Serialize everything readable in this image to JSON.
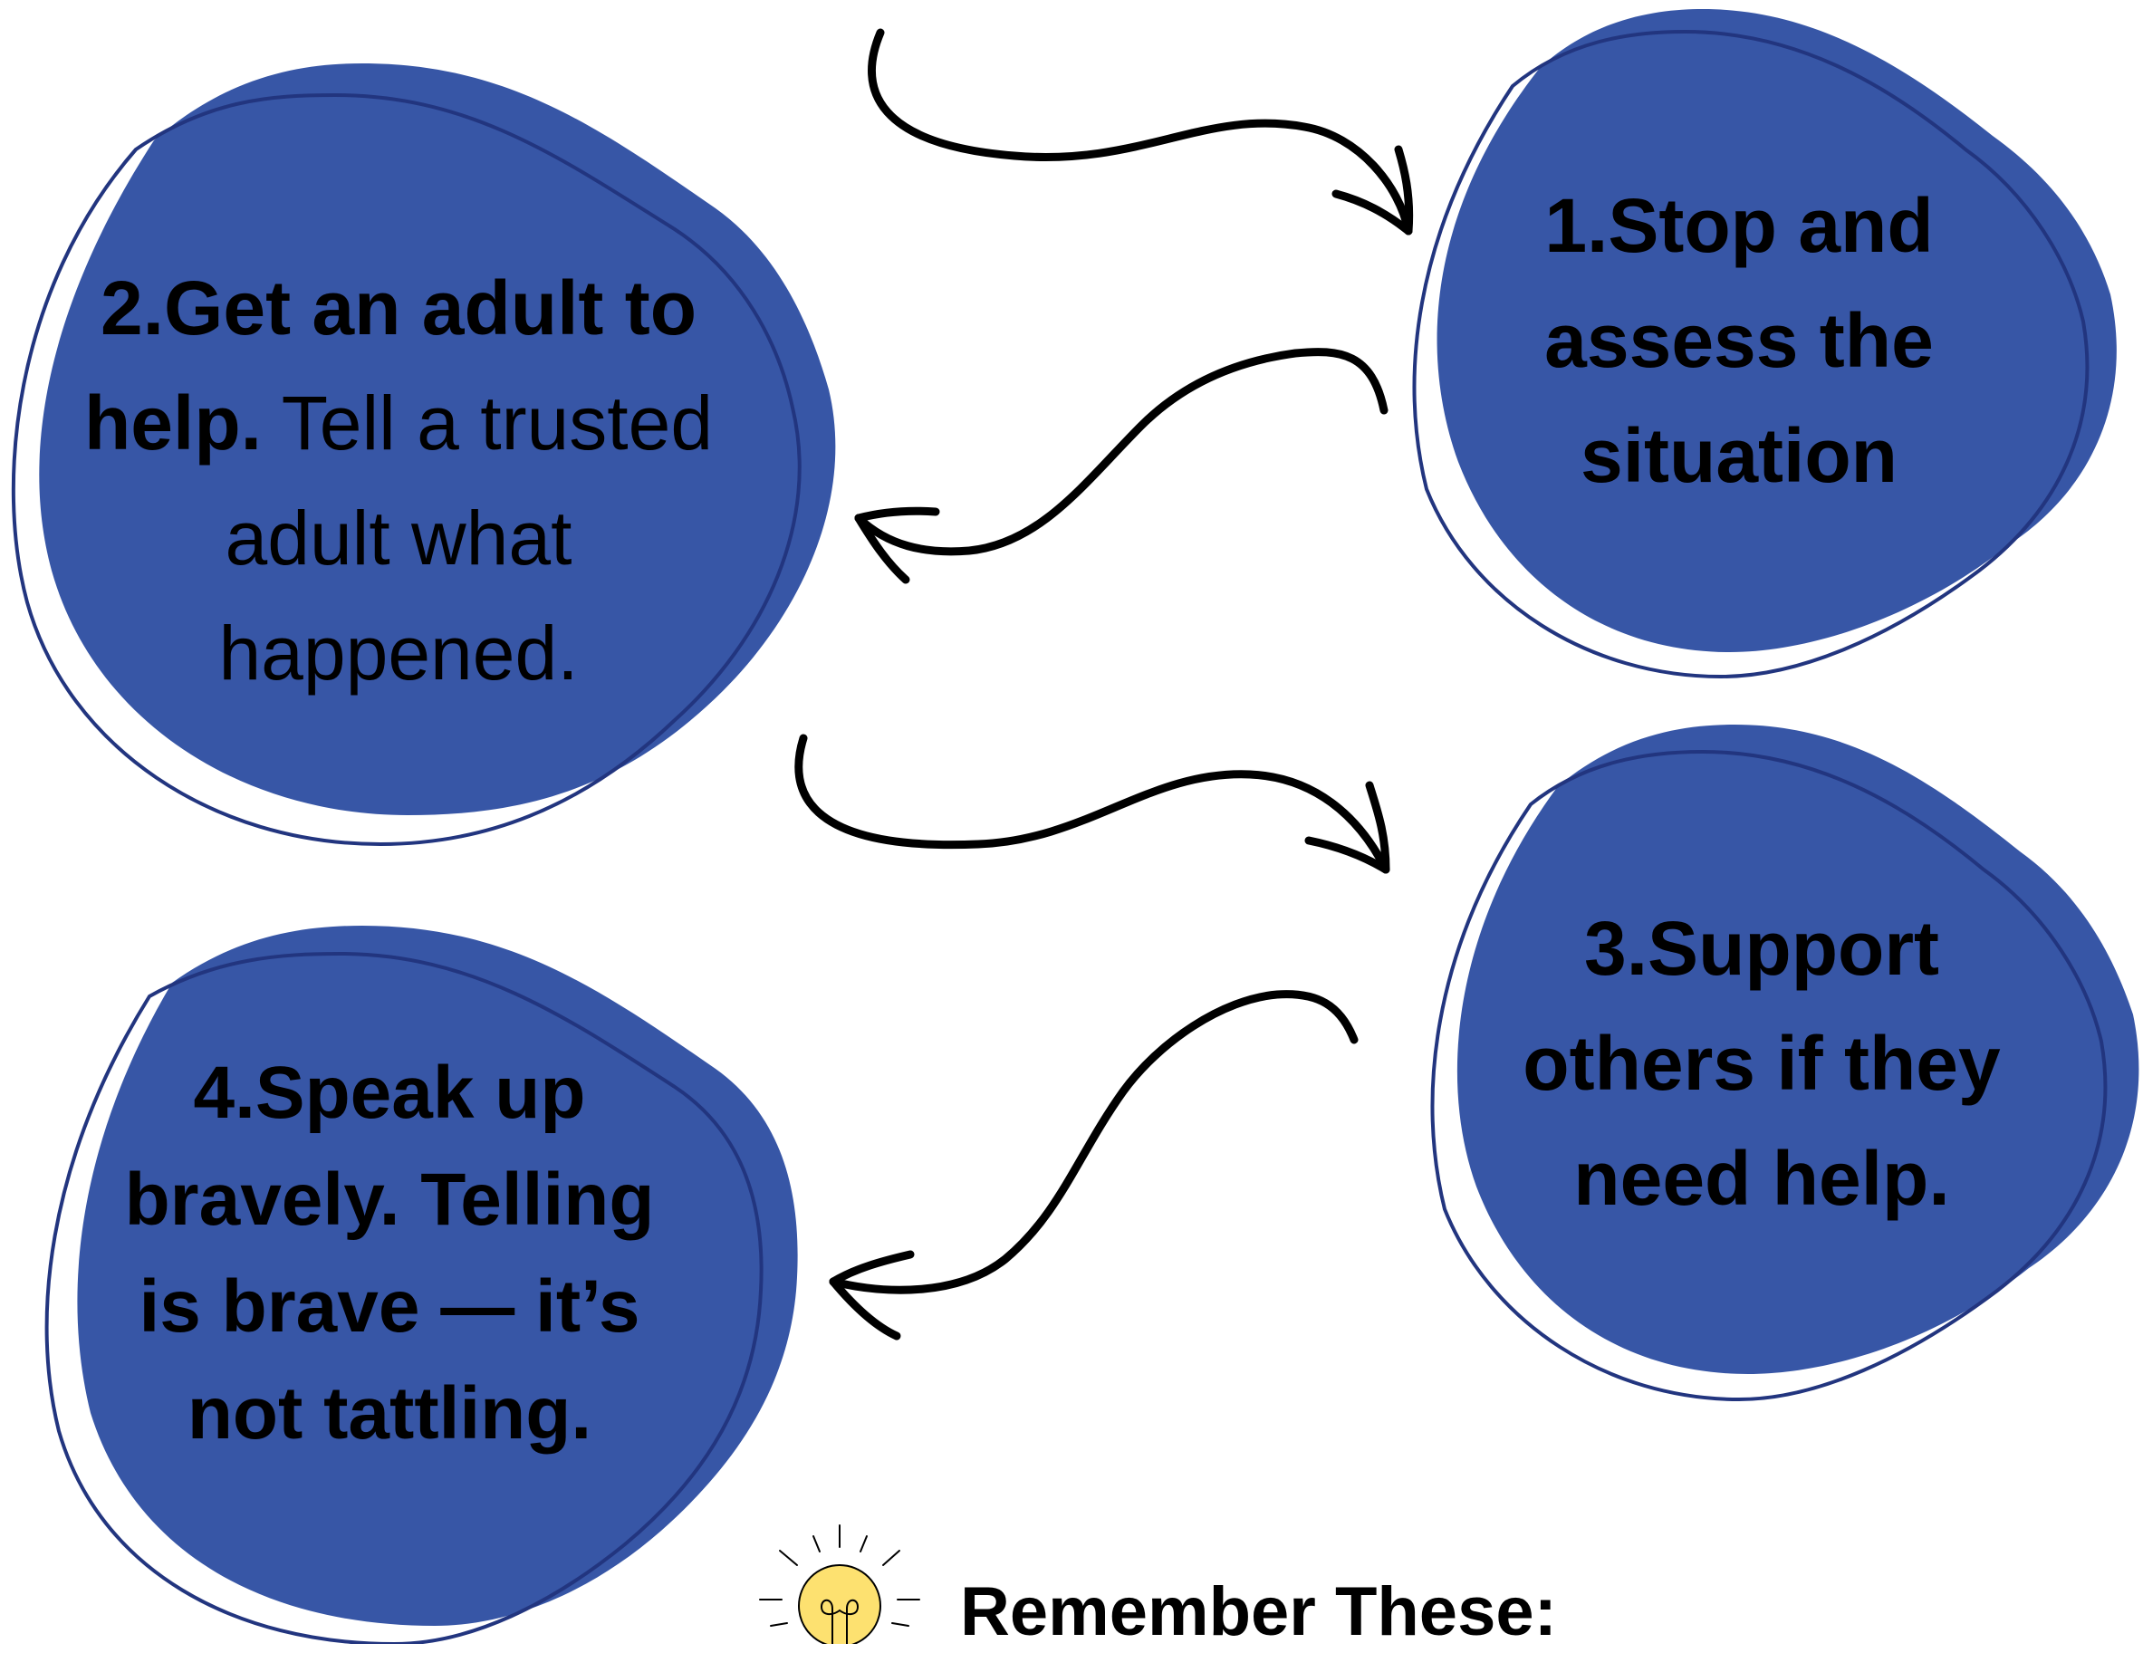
{
  "colors": {
    "blob_fill": "#3756a6",
    "blob_outline": "#22357f",
    "arrow": "#000000",
    "bulb_fill": "#fde170"
  },
  "steps": [
    {
      "id": "step1",
      "bold": "1.Stop and assess the situation",
      "normal": ""
    },
    {
      "id": "step2",
      "bold": "2.Get an adult to help.",
      "normal": "Tell a trusted adult what happened."
    },
    {
      "id": "step3",
      "bold": "3.Support others if they need help.",
      "normal": ""
    },
    {
      "id": "step4",
      "bold": "4.Speak up bravely. Telling is brave — it’s not tattling.",
      "normal": ""
    }
  ],
  "footer": {
    "icon": "lightbulb-icon",
    "title": "Remember These:"
  }
}
